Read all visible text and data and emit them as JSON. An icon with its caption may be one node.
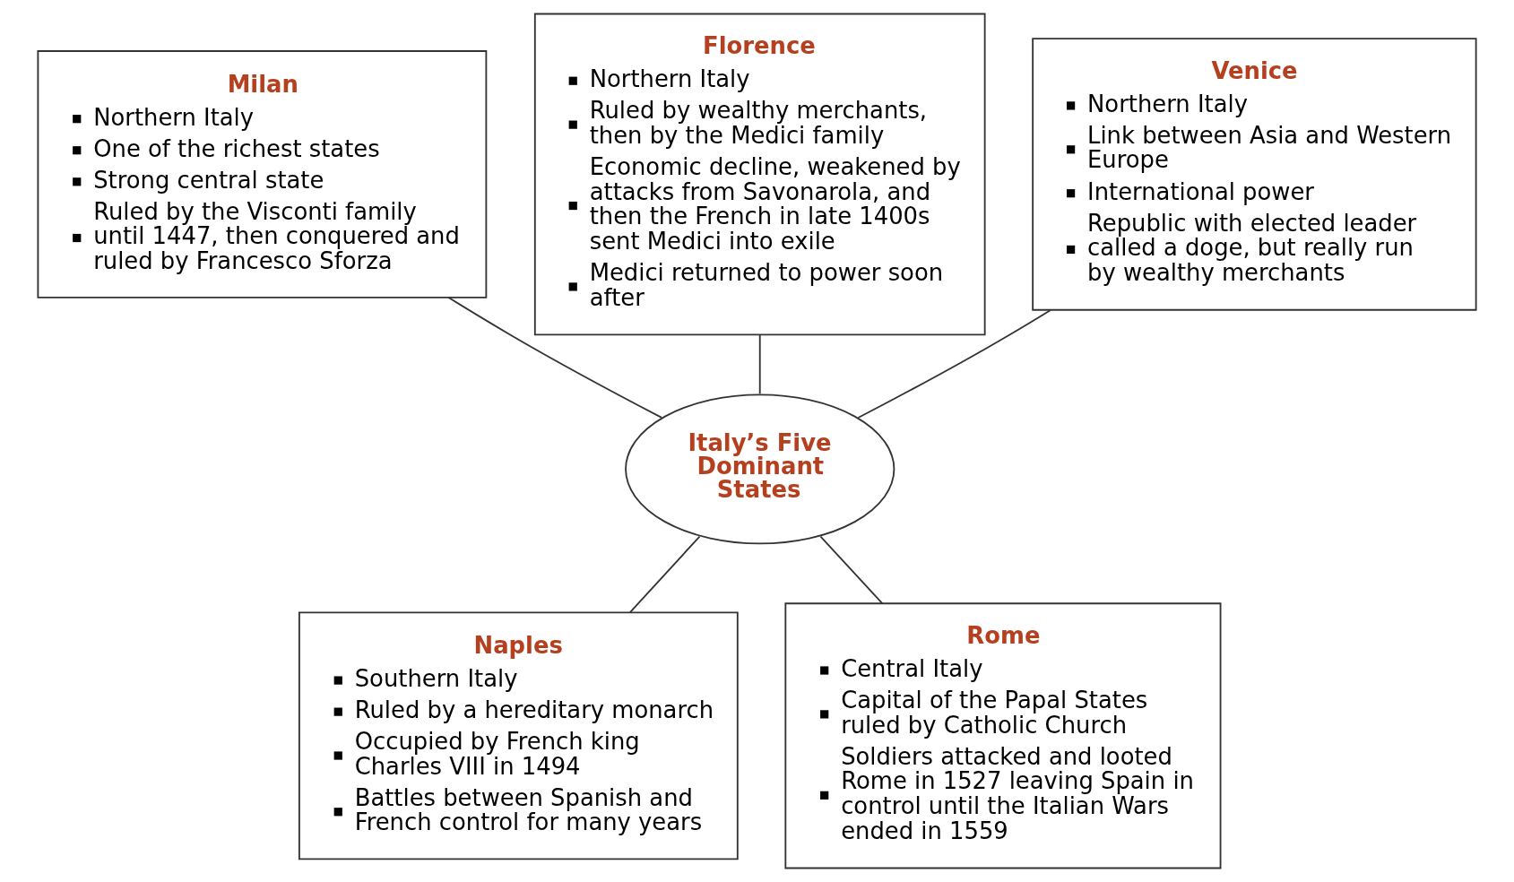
{
  "diagram": {
    "nodes": [
      {
        "text": [
          "Milan",
          "Northern Italy",
          "One of the richest states",
          "Strong central state",
          "Ruled by the Visconti family until 1447, then conquered and ruled by Francesco Sforza"
        ]
      },
      {
        "text": [
          "Florence",
          "Northern Italy",
          "Ruled by wealthy merchants, then by the Medici family",
          "Economic decline, weakened by attacks from Savonarola, and then the French in late 1400s sent Medici into exile",
          "Medici returned to power soon after"
        ]
      },
      {
        "text": [
          "Venice",
          "Northern Italy",
          "Link between Asia and Western Europe",
          "International power",
          "Republic with elected leader called a doge, but really run by wealthy merchants"
        ]
      },
      {
        "text": [
          "Italy’s Five Dominant States"
        ]
      },
      {
        "text": [
          "Naples",
          "Southern Italy",
          "Ruled by a hereditary monarch",
          "Occupied by French king Charles VIII in 1494",
          "Battles between Spanish and French control for many years"
        ]
      },
      {
        "text": [
          "Rome",
          "Central Italy",
          "Capital of the Papal States ruled by Catholic Church",
          "Soldiers attacked and looted Rome in 1527 leaving Spain in control until the Italian Wars ended in 1559"
        ]
      }
    ],
    "edges": [
      {
        "from": 3,
        "to": 0,
        "arrow": "none"
      },
      {
        "from": 3,
        "to": 1,
        "arrow": "none"
      },
      {
        "from": 3,
        "to": 2,
        "arrow": "none"
      },
      {
        "from": 3,
        "to": 4,
        "arrow": "none"
      },
      {
        "from": 3,
        "to": 5,
        "arrow": "none"
      }
    ]
  }
}
